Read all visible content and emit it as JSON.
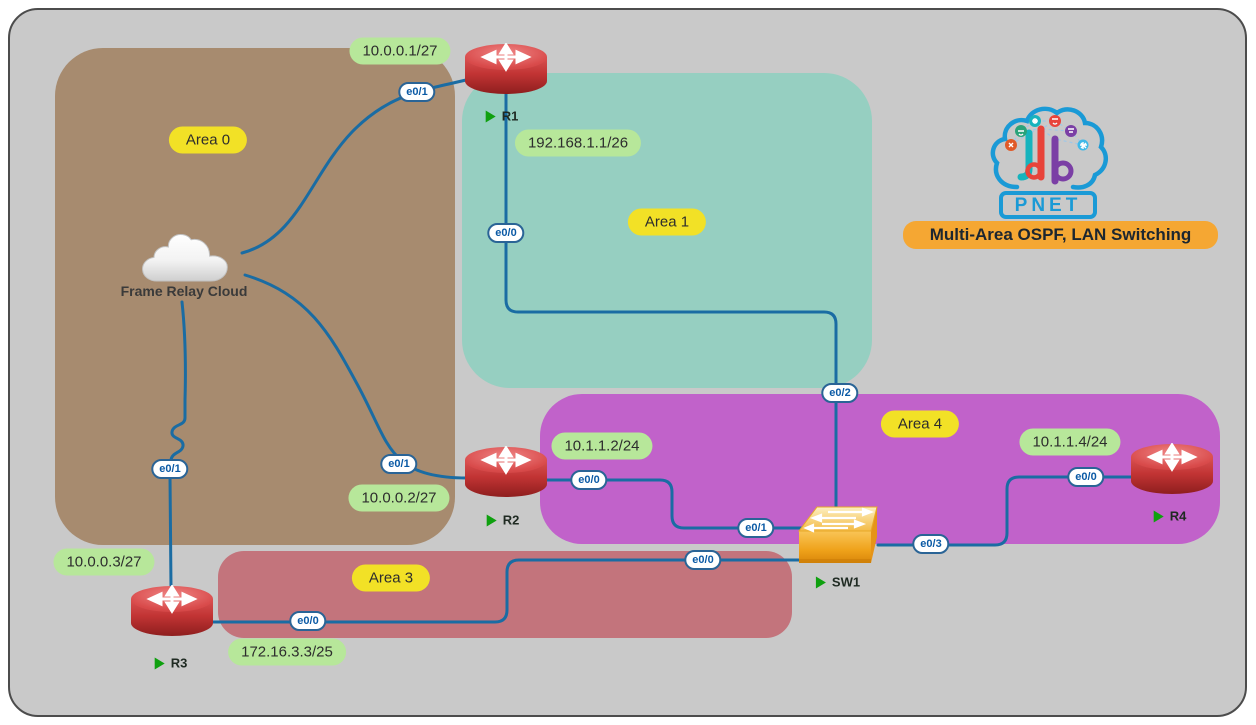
{
  "banner": {
    "text": "Multi-Area OSPF, LAN Switching",
    "bg_color": "#f5a733"
  },
  "logo": {
    "lab": "lab",
    "pnet": "PNET",
    "cloud_color": "#1a9ad6"
  },
  "areas": [
    {
      "label": "Area 0",
      "color": "#a78b6f"
    },
    {
      "label": "Area 1",
      "color": "#96cfc1"
    },
    {
      "label": "Area 3",
      "color": "#c3747c"
    },
    {
      "label": "Area 4",
      "color": "#c162ca"
    }
  ],
  "nodes": [
    {
      "label": "R1",
      "type": "router"
    },
    {
      "label": "R2",
      "type": "router"
    },
    {
      "label": "R3",
      "type": "router"
    },
    {
      "label": "R4",
      "type": "router"
    },
    {
      "label": "SW1",
      "type": "switch"
    },
    {
      "label": "Frame Relay Cloud",
      "type": "frame-relay-cloud"
    }
  ],
  "ip_labels": [
    {
      "text": "10.0.0.1/27"
    },
    {
      "text": "192.168.1.1/26"
    },
    {
      "text": "10.1.1.2/24"
    },
    {
      "text": "10.1.1.4/24"
    },
    {
      "text": "10.0.0.2/27"
    },
    {
      "text": "10.0.0.3/27"
    },
    {
      "text": "172.16.3.3/25"
    }
  ],
  "interfaces": [
    {
      "text": "e0/1",
      "link": "cloud-R1"
    },
    {
      "text": "e0/0",
      "link": "R1-SW1",
      "near": "R1"
    },
    {
      "text": "e0/2",
      "link": "R1-SW1",
      "near": "SW1"
    },
    {
      "text": "e0/1",
      "link": "cloud-R2"
    },
    {
      "text": "e0/0",
      "link": "R2-SW1",
      "near": "R2"
    },
    {
      "text": "e0/1",
      "link": "R2-SW1",
      "near": "SW1"
    },
    {
      "text": "e0/3",
      "link": "SW1-R4",
      "near": "SW1"
    },
    {
      "text": "e0/0",
      "link": "SW1-R4",
      "near": "R4"
    },
    {
      "text": "e0/0",
      "link": "SW1-R3",
      "near": "SW1"
    },
    {
      "text": "e0/0",
      "link": "SW1-R3",
      "near": "R3"
    },
    {
      "text": "e0/1",
      "link": "cloud-R3"
    }
  ],
  "colors": {
    "background": "#c9c9c9",
    "link": "#1a6ca3",
    "ip_label_bg": "#b7e79a",
    "area_label_bg": "#f2e126",
    "interface_text": "#0b5aa5",
    "router_red": "#c23434",
    "switch_orange": "#f2b235"
  }
}
